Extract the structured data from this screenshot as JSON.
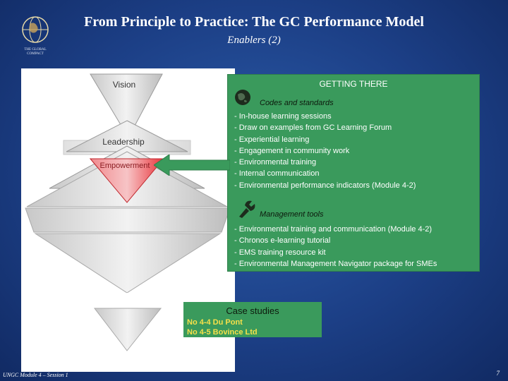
{
  "slide": {
    "title": "From Principle to Practice: The GC Performance Model",
    "subtitle": "Enablers (2)",
    "logo_text": "THE GLOBAL COMPACT",
    "footer_left": "UNGC Module 4 – Session 1",
    "page_number": "7"
  },
  "model": {
    "vision": "Vision",
    "leadership": "Leadership",
    "empowerment": "Empowerment"
  },
  "panel": {
    "heading": "GETTING THERE",
    "codes": {
      "title": "Codes and standards",
      "icon": "globe-icon",
      "items": [
        "- In-house learning sessions",
        "- Draw on examples from GC Learning Forum",
        "- Experiential learning",
        "- Engagement in community work",
        "- Environmental training",
        "- Internal communication",
        "- Environmental performance indicators (Module 4-2)"
      ]
    },
    "tools": {
      "title": "Management tools",
      "icon": "tools-icon",
      "items": [
        "- Environmental training and communication (Module 4-2)",
        "- Chronos e-learning tutorial",
        "- EMS training resource kit",
        "- Environmental Management Navigator package for SMEs"
      ]
    }
  },
  "case_studies": {
    "title": "Case studies",
    "items": [
      "No 4-4 Du Pont",
      "No 4-5 Bovince Ltd"
    ]
  },
  "colors": {
    "background": "#1c3f86",
    "panel_green": "#3a9a5c",
    "highlight_red": "#e8343b",
    "case_text_yellow": "#f5e04a"
  }
}
